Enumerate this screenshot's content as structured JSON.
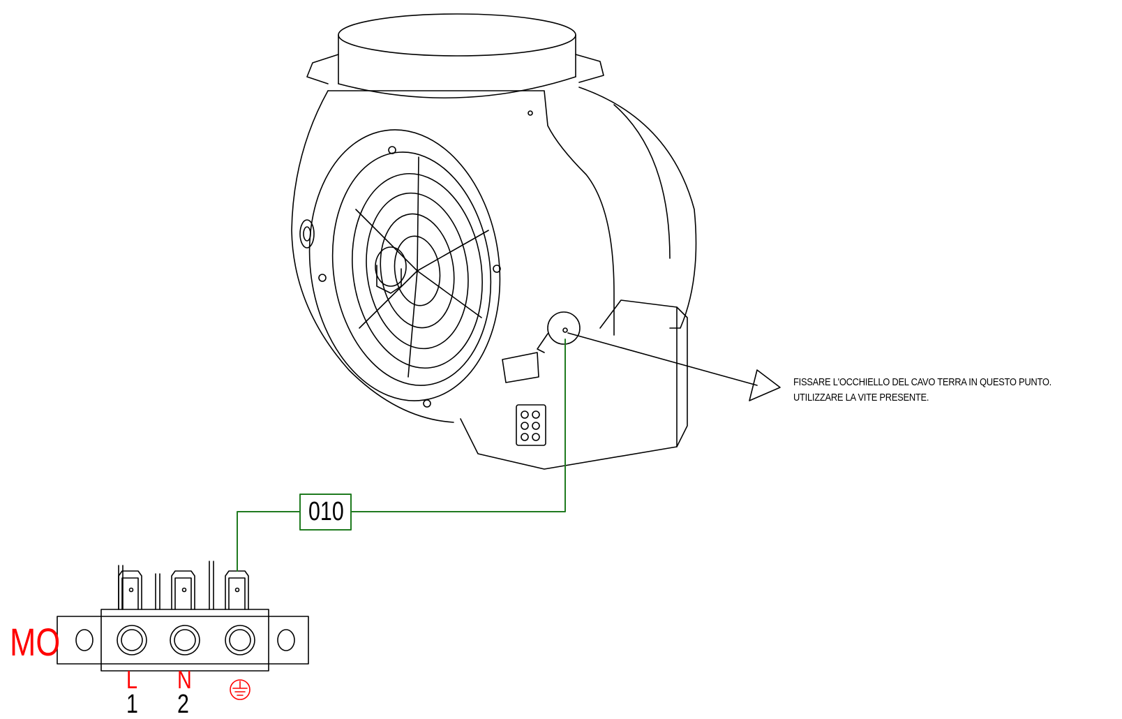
{
  "note": {
    "line1": "FISSARE L'OCCHIELLO DEL CAVO TERRA IN QUESTO PUNTO.",
    "line2": "UTILIZZARE LA VITE PRESENTE."
  },
  "wire": {
    "code": "010",
    "color": "#1f7a1f"
  },
  "terminal_block": {
    "label": "MO",
    "label_color": "#ff0000",
    "terminals": [
      {
        "letter": "L",
        "number": "1"
      },
      {
        "letter": "N",
        "number": "2"
      },
      {
        "letter": "",
        "number": "",
        "symbol": "earth-ground"
      }
    ]
  }
}
